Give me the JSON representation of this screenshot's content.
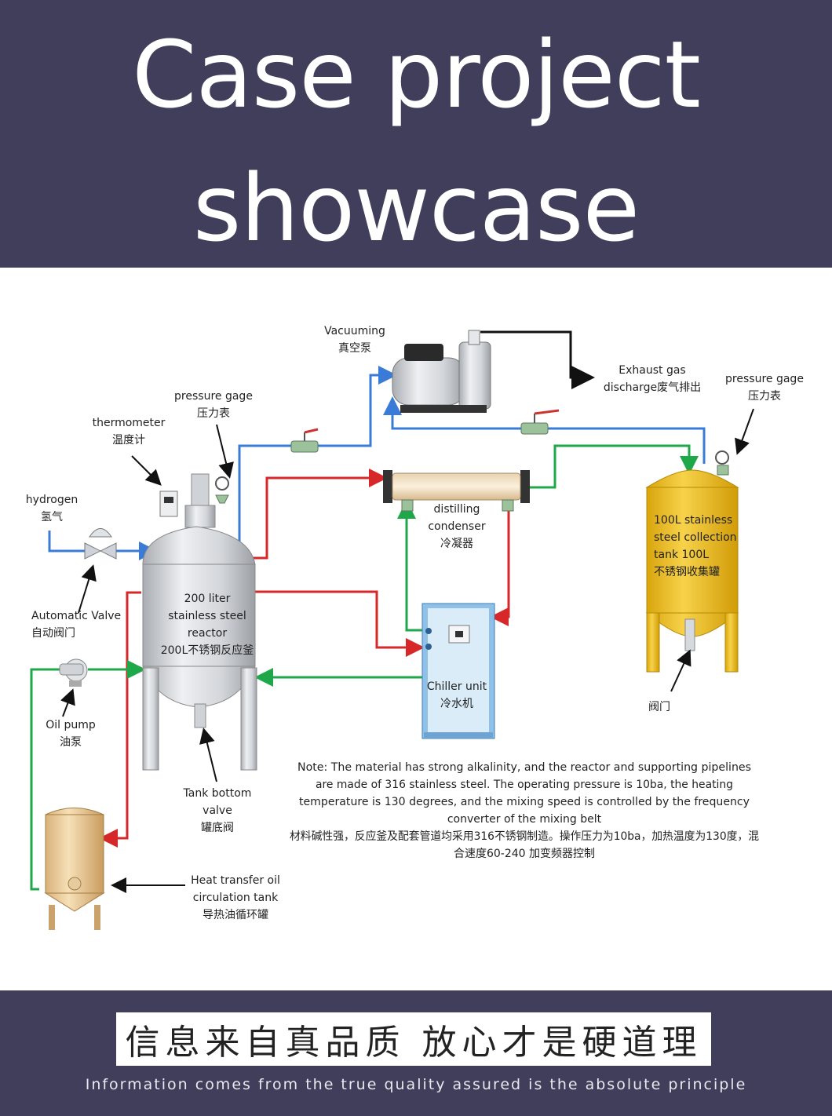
{
  "header": {
    "title_line1": "Case project",
    "title_line2": "showcase"
  },
  "labels": {
    "vacuuming_en": "Vacuuming",
    "vacuuming_cn": "真空泵",
    "exhaust_en": "Exhaust gas",
    "exhaust_cn": "discharge废气排出",
    "pg_left_en": "pressure gage",
    "pg_left_cn": "压力表",
    "pg_right_en": "pressure gage",
    "pg_right_cn": "压力表",
    "thermo_en": "thermometer",
    "thermo_cn": "温度计",
    "hydrogen_en": "hydrogen",
    "hydrogen_cn": "氢气",
    "autovalve_en": "Automatic Valve",
    "autovalve_cn": "自动阀门",
    "oilpump_en": "Oil pump",
    "oilpump_cn": "油泵",
    "reactor_l1": "200 liter",
    "reactor_l2": "stainless steel",
    "reactor_l3": "reactor",
    "reactor_l4": "200L不锈钢反应釜",
    "condenser_l1": "distilling",
    "condenser_l2": "condenser",
    "condenser_l3": "冷凝器",
    "tank_l1": "100L stainless",
    "tank_l2": "steel collection",
    "tank_l3": "tank 100L",
    "tank_l4": "不锈钢收集罐",
    "chiller_en": "Chiller unit",
    "chiller_cn": "冷水机",
    "valve_cn": "阀门",
    "tankbottom_l1": "Tank bottom",
    "tankbottom_l2": "valve",
    "tankbottom_l3": "罐底阀",
    "oiltank_l1": "Heat transfer oil",
    "oiltank_l2": "circulation tank",
    "oiltank_l3": "导热油循环罐"
  },
  "note": {
    "line1": "Note: The material has strong alkalinity, and the reactor and supporting pipelines",
    "line2": "are made of 316 stainless steel. The operating pressure is 10ba, the heating",
    "line3": "temperature is 130 degrees, and the mixing speed is controlled by the frequency",
    "line4": "converter of the mixing belt",
    "line5": "材料碱性强，反应釜及配套管道均采用316不锈钢制造。操作压力为10ba，加热温度为130度，混",
    "line6": "合速度60-240  加变频器控制"
  },
  "footer": {
    "slogan_cn": "信息来自真品质 放心才是硬道理",
    "slogan_en": "Information comes from the true quality assured is the absolute principle"
  },
  "colors": {
    "header_bg": "#403e5b",
    "pipe_blue": "#3b7bd8",
    "pipe_red": "#d62828",
    "pipe_green": "#1fa84a",
    "tank_yellow": "#f2c21b"
  }
}
